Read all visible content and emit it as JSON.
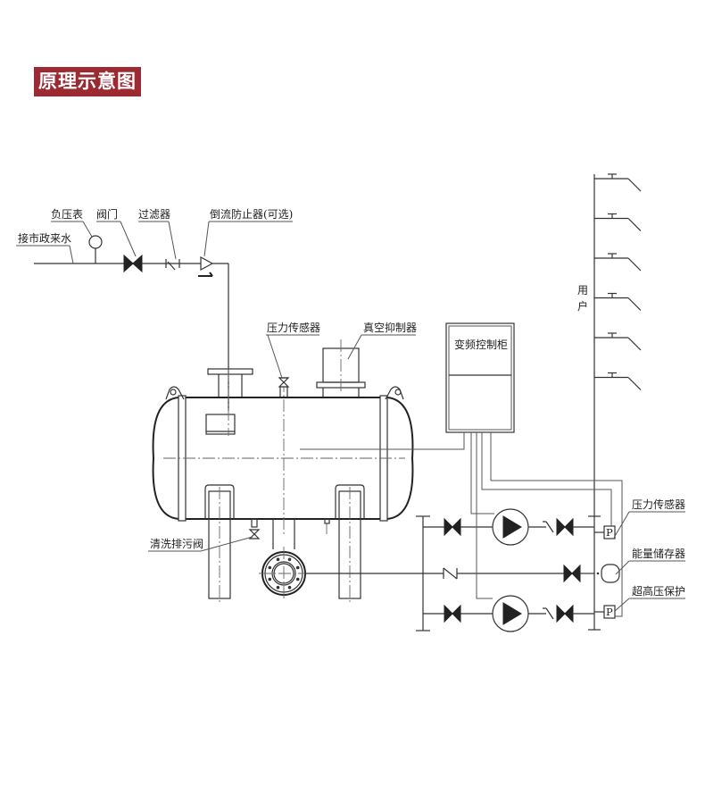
{
  "title": "原理示意图",
  "colors": {
    "title_bg": "#9b2a33",
    "title_fg": "#ffffff",
    "line": "#333333"
  },
  "labels": {
    "inlet": "接市政来水",
    "vacuum_gauge": "负压表",
    "valve": "阀门",
    "filter": "过滤器",
    "backflow_preventer": "倒流防止器(可选)",
    "tank_pressure_sensor": "压力传感器",
    "vacuum_suppressor": "真空抑制器",
    "vfd_cabinet": "变频控制柜",
    "users_line1": "用",
    "users_line2": "户",
    "drain_valve": "清洗排污阀",
    "outlet_pressure_sensor": "压力传感器",
    "energy_accumulator": "能量储存器",
    "overpressure_protection": "超高压保护",
    "pressure_symbol": "P"
  },
  "user_branches": 6,
  "pumps": 2
}
